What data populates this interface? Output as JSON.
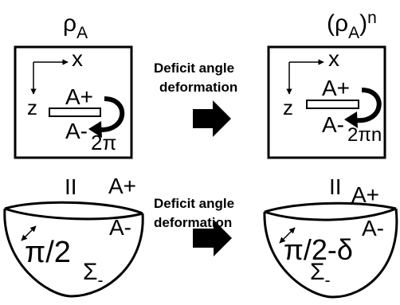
{
  "left": {
    "title_main": "ρ",
    "title_sub": "A",
    "axis_x": "x",
    "axis_z": "z",
    "a_plus": "A+",
    "a_minus": "A-",
    "angle": "2π",
    "equals": "II",
    "bowl_a_plus": "A+",
    "bowl_a_minus": "A-",
    "bowl_angle": "π/2",
    "bowl_sigma_main": "Σ",
    "bowl_sigma_sub": "-"
  },
  "right": {
    "title_open": "(ρ",
    "title_sub": "A",
    "title_close": ")",
    "title_sup": "n",
    "axis_x": "x",
    "axis_z": "z",
    "a_plus": "A+",
    "a_minus": "A-",
    "angle": "2πn",
    "equals": "II",
    "bowl_a_plus": "A+",
    "bowl_a_minus": "A-",
    "bowl_angle": "π/2-δ",
    "bowl_sigma_main": "Σ",
    "bowl_sigma_sub": "-"
  },
  "arrows": {
    "top_label_line1": "Deficit angle",
    "top_label_line2": "deformation",
    "bottom_label_line1": "Deficit angle",
    "bottom_label_line2": "deformation"
  },
  "colors": {
    "ink": "#000000",
    "background": "#ffffff"
  }
}
